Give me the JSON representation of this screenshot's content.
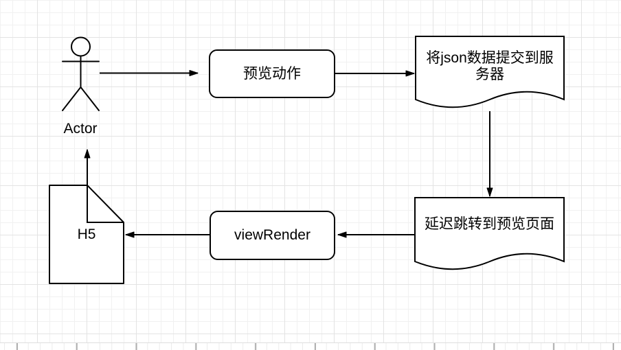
{
  "canvas": {
    "background": "#ffffff",
    "grid_minor_color": "#f1f1f1",
    "grid_major_color": "#e3e3e3",
    "shape_fill": "#ffffff",
    "shape_stroke": "#000000",
    "text_color": "#000000"
  },
  "nodes": {
    "actor": {
      "type": "uml-actor",
      "label": "Actor"
    },
    "preview_action": {
      "type": "rounded-rectangle",
      "label": "预览动作"
    },
    "submit_json": {
      "type": "document",
      "label": "将json数据提交到服务器",
      "lines": [
        "将json数据提交到服",
        "务器"
      ]
    },
    "delay_redirect": {
      "type": "document",
      "label": "延迟跳转到预览页面"
    },
    "view_render": {
      "type": "rounded-rectangle",
      "label": "viewRender"
    },
    "h5": {
      "type": "note",
      "label": "H5"
    }
  },
  "edges": [
    {
      "from": "actor",
      "to": "preview_action",
      "direction": "right",
      "style": "solid-arrow"
    },
    {
      "from": "preview_action",
      "to": "submit_json",
      "direction": "right",
      "style": "solid-arrow"
    },
    {
      "from": "submit_json",
      "to": "delay_redirect",
      "direction": "down",
      "style": "solid-arrow"
    },
    {
      "from": "delay_redirect",
      "to": "view_render",
      "direction": "left",
      "style": "solid-arrow"
    },
    {
      "from": "view_render",
      "to": "h5",
      "direction": "left",
      "style": "solid-arrow"
    },
    {
      "from": "h5",
      "to": "actor",
      "direction": "up",
      "style": "solid-arrow"
    }
  ]
}
